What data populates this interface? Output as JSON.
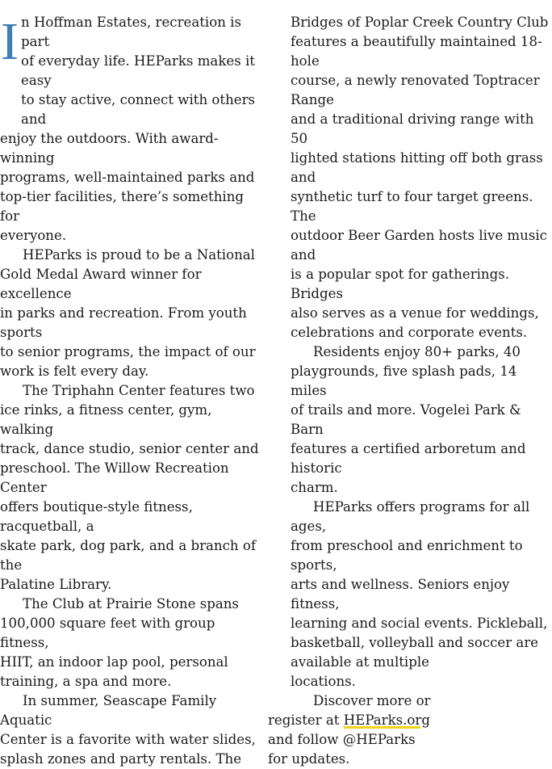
{
  "left_column": {
    "dropcap": "I",
    "p1_hang": [
      "n Hoffman Estates, recreation is part",
      "of everyday life. HEParks makes it easy",
      "to stay active, connect with others and"
    ],
    "p1_rest": [
      "enjoy the outdoors. With award-winning",
      "programs, well-maintained parks and",
      "top-tier facilities, there’s something for",
      "everyone."
    ],
    "p2": [
      "HEParks is proud to be a National",
      "Gold Medal Award winner for excellence",
      "in parks and recreation. From youth sports",
      "to senior programs, the impact of our",
      "work is felt every day."
    ],
    "p3": [
      "The Triphahn Center features two",
      "ice rinks, a fitness center, gym, walking",
      "track, dance studio, senior center and",
      "preschool. The Willow Recreation Center",
      "offers boutique-style fitness, racquetball, a",
      "skate park, dog park, and a branch of the",
      "Palatine Library."
    ],
    "p4": [
      "The Club at Prairie Stone spans",
      "100,000 square feet with group fitness,",
      "HIIT, an indoor lap pool, personal",
      "training, a spa and more."
    ],
    "p5": [
      "In summer, Seascape Family Aquatic",
      "Center is a favorite with water slides,",
      "splash zones and party rentals. The"
    ]
  },
  "right_column": {
    "p6": [
      "Bridges of Poplar Creek Country Club",
      "features a beautifully maintained 18-hole",
      "course, a newly renovated Toptracer Range",
      "and a traditional driving range with 50",
      "lighted stations hitting off both grass and",
      "synthetic turf to four target greens. The",
      "outdoor Beer Garden hosts live music and",
      "is a popular spot for gatherings. Bridges",
      "also serves as a venue for weddings,",
      "celebrations and corporate events."
    ],
    "p7": [
      "Residents enjoy 80+ parks, 40",
      "playgrounds, five splash pads, 14 miles",
      "of trails and more. Vogelei Park & Barn",
      "features a certified arboretum and historic",
      "charm."
    ],
    "p8": [
      "HEParks offers programs for all ages,",
      "from preschool and enrichment to sports,",
      "arts and wellness. Seniors enjoy fitness,",
      "learning and social events. Pickleball,",
      "basketball, volleyball and soccer are",
      "available at multiple",
      "locations."
    ],
    "p9": {
      "line1": "Discover more or",
      "line2_prefix": "register at ",
      "link_text": "HEParks.org",
      "line3": "and follow @HEParks",
      "line4": "for updates."
    }
  }
}
